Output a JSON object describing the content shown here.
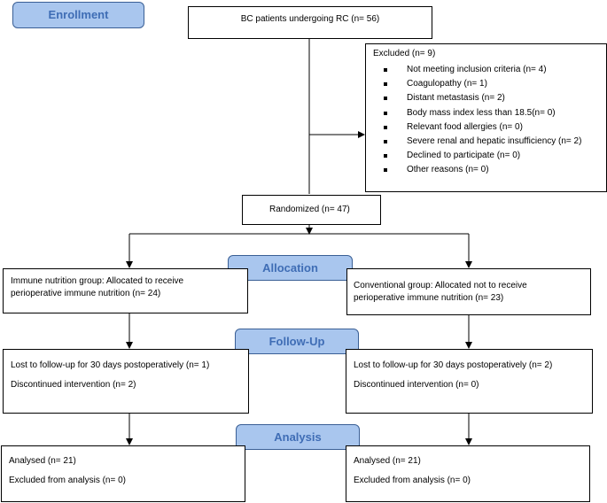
{
  "stages": {
    "enrollment": "Enrollment",
    "allocation": "Allocation",
    "followup": "Follow-Up",
    "analysis": "Analysis"
  },
  "patients": "BC patients undergoing RC (n= 56)",
  "excluded": {
    "title": "Excluded (n= 9)",
    "items": [
      "Not meeting inclusion criteria (n= 4)",
      "Coagulopathy (n= 1)",
      "Distant metastasis (n= 2)",
      "Body mass index less than 18.5(n= 0)",
      "Relevant food allergies (n= 0)",
      "Severe renal and hepatic insufficiency (n= 2)",
      "Declined to participate (n= 0)",
      "Other reasons (n= 0)"
    ]
  },
  "randomized": "Randomized (n= 47)",
  "allocation": {
    "left": [
      "Immune nutrition group: Allocated to receive",
      "perioperative immune nutrition (n= 24)"
    ],
    "right": [
      "Conventional group: Allocated not to receive",
      "perioperative immune nutrition (n= 23)"
    ]
  },
  "followup": {
    "left": [
      "Lost to follow-up for 30 days postoperatively (n= 1)",
      "Discontinued intervention (n= 2)"
    ],
    "right": [
      "Lost to follow-up for 30 days postoperatively (n= 2)",
      "Discontinued intervention (n= 0)"
    ]
  },
  "analysis": {
    "left": [
      "Analysed (n= 21)",
      "Excluded from analysis (n= 0)"
    ],
    "right": [
      "Analysed (n= 21)",
      "Excluded from analysis (n= 0)"
    ]
  }
}
